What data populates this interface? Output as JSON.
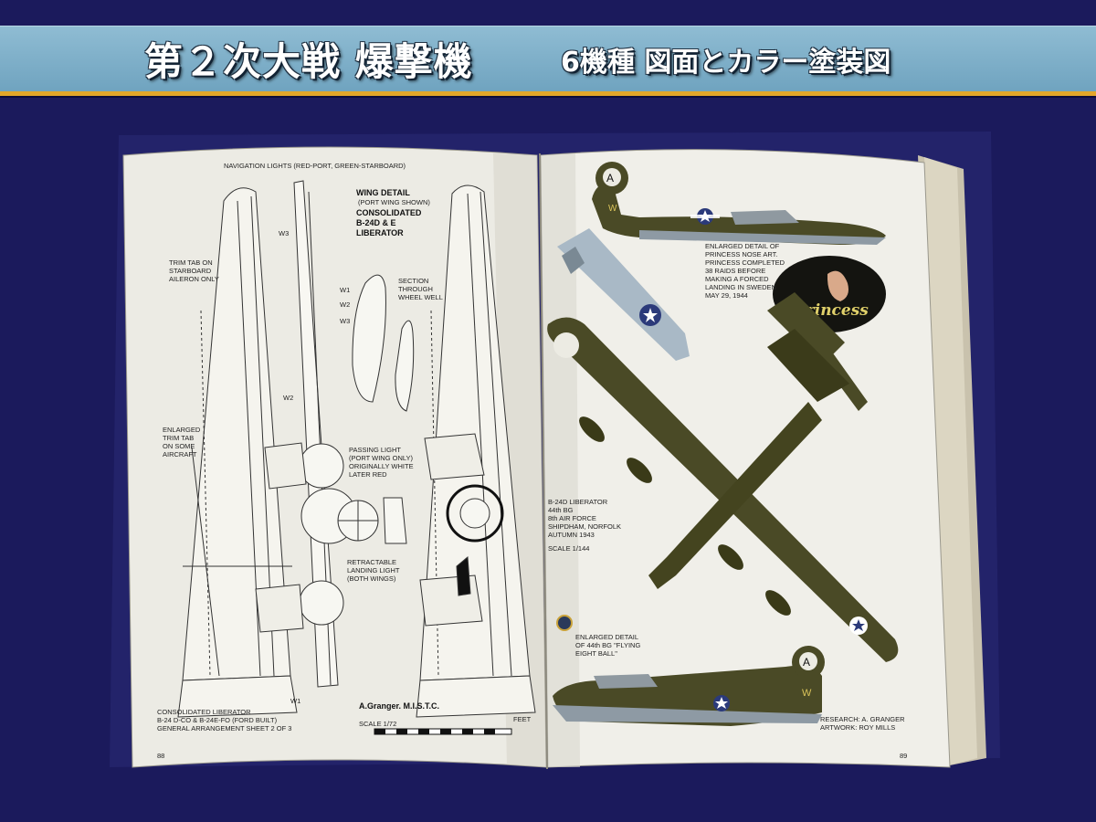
{
  "banner": {
    "title_main": "第２次大戦 爆撃機",
    "title_sub": "6機種 図面とカラー塗装図"
  },
  "left_page": {
    "nav_lights": "NAVIGATION LIGHTS (RED-PORT, GREEN-STARBOARD)",
    "wing_detail": [
      "WING DETAIL",
      "(PORT WING SHOWN)",
      "CONSOLIDATED",
      "B-24D & E",
      "LIBERATOR"
    ],
    "trim_tab": [
      "TRIM TAB ON",
      "STARBOARD",
      "AILERON ONLY"
    ],
    "enlarged_trim": [
      "ENLARGED",
      "TRIM TAB",
      "ON SOME",
      "AIRCRAFT"
    ],
    "section": [
      "SECTION",
      "THROUGH",
      "WHEEL WELL"
    ],
    "passing_light": [
      "PASSING LIGHT",
      "(PORT WING ONLY)",
      "ORIGINALLY WHITE",
      "LATER RED"
    ],
    "landing_light": [
      "RETRACTABLE",
      "LANDING LIGHT",
      "(BOTH WINGS)"
    ],
    "stations": [
      "W3",
      "W2",
      "W1",
      "W1",
      "W2",
      "W3"
    ],
    "signature": "A.Granger. M.I.S.T.C.",
    "footer": [
      "CONSOLIDATED LIBERATOR",
      "B-24 D-CO & B-24E-FO (FORD BUILT)",
      "GENERAL ARRANGEMENT  SHEET 2 OF 3"
    ],
    "scale": "SCALE 1/72",
    "feet": "FEET",
    "page_number": "88"
  },
  "right_page": {
    "nose_art_caption": [
      "ENLARGED DETAIL OF",
      "PRINCESS NOSE ART.",
      "PRINCESS COMPLETED",
      "38 RAIDS BEFORE",
      "MAKING A FORCED",
      "LANDING IN SWEDEN",
      "MAY 29, 1944"
    ],
    "princess": "Princess",
    "liberator_caption": [
      "B-24D LIBERATOR",
      "44th BG",
      "8th AIR FORCE",
      "SHIPDHAM, NORFOLK",
      "AUTUMN 1943"
    ],
    "scale": "SCALE 1/144",
    "eight_ball_caption": [
      "ENLARGED DETAIL",
      "OF 44th BG \"FLYING",
      "EIGHT BALL\""
    ],
    "tail_letter": "A",
    "tail_code": "W",
    "credits": [
      "RESEARCH: A. GRANGER",
      "ARTWORK: ROY MILLS"
    ],
    "page_number": "89"
  },
  "colors": {
    "background": "#1b1a5c",
    "banner": "#7fb0c9",
    "accent_line": "#e2a62a",
    "olive_drab": "#4a4a26",
    "neutral_grey": "#a9b9c6"
  }
}
